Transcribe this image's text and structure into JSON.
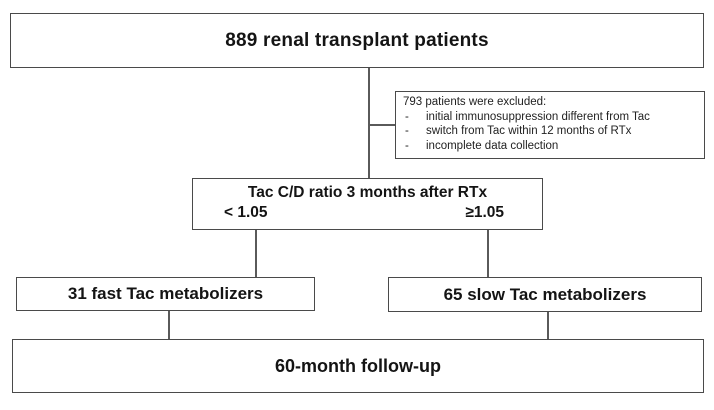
{
  "diagram": {
    "title": "Renal transplant patient flow diagram",
    "colors": {
      "background": "#ffffff",
      "box_border": "#4a4a4a",
      "connector_line": "#5a5a5a",
      "text": "#141414"
    },
    "boxes": {
      "patients": {
        "label": "889 renal transplant patients"
      },
      "excluded": {
        "title": "793 patients were excluded:",
        "bullet": "-",
        "items": [
          "initial immunosuppression different from Tac",
          "switch from Tac within 12 months of RTx",
          "incomplete data collection"
        ]
      },
      "ratio": {
        "title": "Tac C/D ratio 3 months after RTx",
        "left_branch_label": "< 1.05",
        "right_branch_label": "≥1.05"
      },
      "fast": {
        "label": "31 fast Tac metabolizers"
      },
      "slow": {
        "label": "65 slow Tac metabolizers"
      },
      "followup": {
        "label": "60-month follow-up"
      }
    }
  }
}
